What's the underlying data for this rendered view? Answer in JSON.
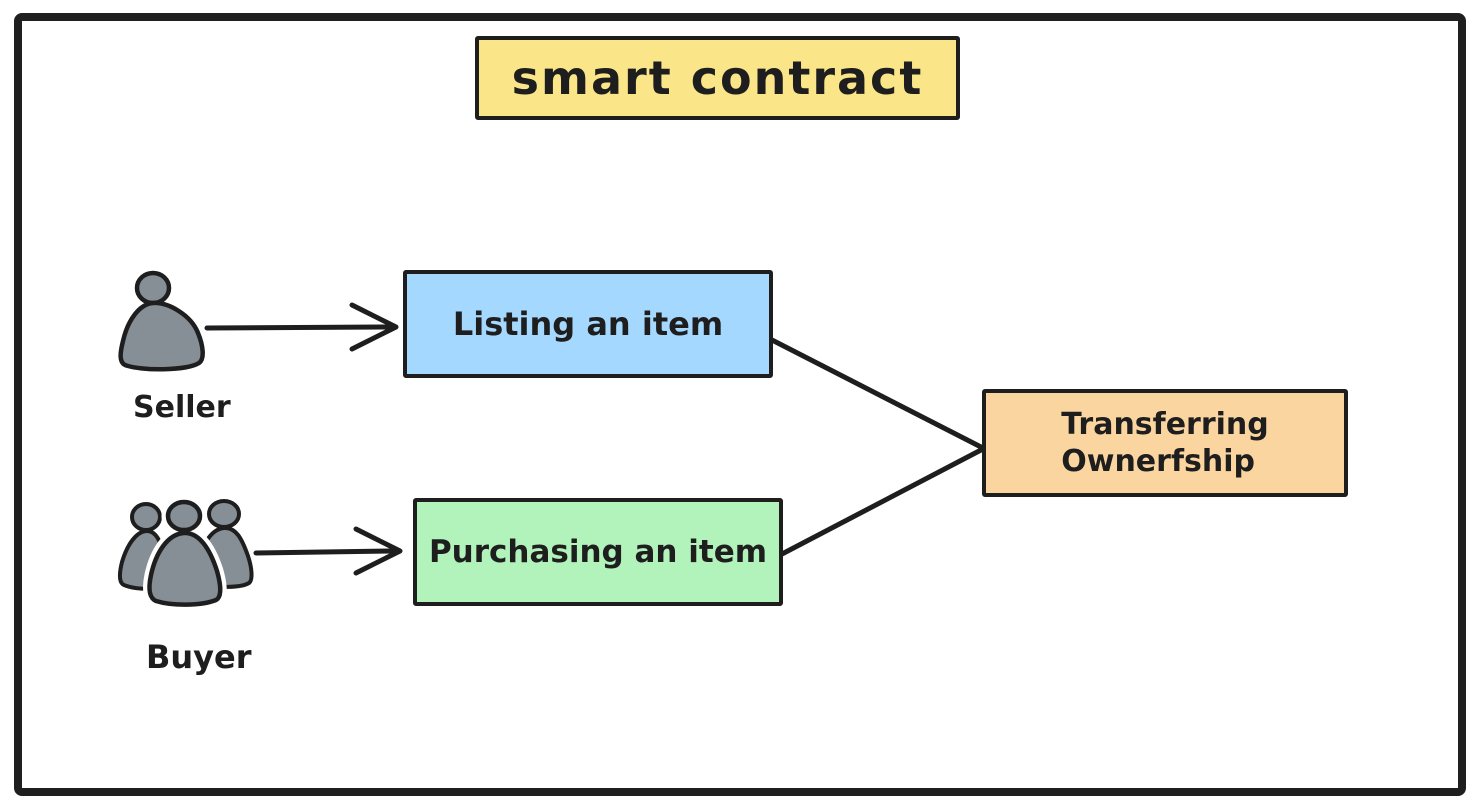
{
  "title": {
    "label": "smart contract"
  },
  "actors": [
    {
      "id": "seller",
      "label": "Seller",
      "icon": "person-icon"
    },
    {
      "id": "buyer",
      "label": "Buyer",
      "icon": "people-group-icon"
    }
  ],
  "nodes": [
    {
      "id": "listing",
      "label": "Listing an item",
      "color": "#A5D8FF"
    },
    {
      "id": "purchasing",
      "label": "Purchasing an item",
      "color": "#B2F2BB"
    },
    {
      "id": "transferring",
      "label": "Transferring\nOwnerfship",
      "color": "#FBD5A0"
    }
  ],
  "edges": [
    {
      "from": "seller",
      "to": "listing",
      "type": "arrow"
    },
    {
      "from": "buyer",
      "to": "purchasing",
      "type": "arrow"
    },
    {
      "from": "listing",
      "to": "transferring",
      "type": "line"
    },
    {
      "from": "purchasing",
      "to": "transferring",
      "type": "line"
    }
  ],
  "colors": {
    "canvas_bg": "#FFFFFF",
    "stroke": "#1E1E1E",
    "frame_border": "#1F1F1F",
    "title_bg": "#FAE588",
    "listing_bg": "#A5D8FF",
    "purchasing_bg": "#B2F2BB",
    "transferring_bg": "#FBD5A0",
    "actor_fill": "#868E96"
  }
}
